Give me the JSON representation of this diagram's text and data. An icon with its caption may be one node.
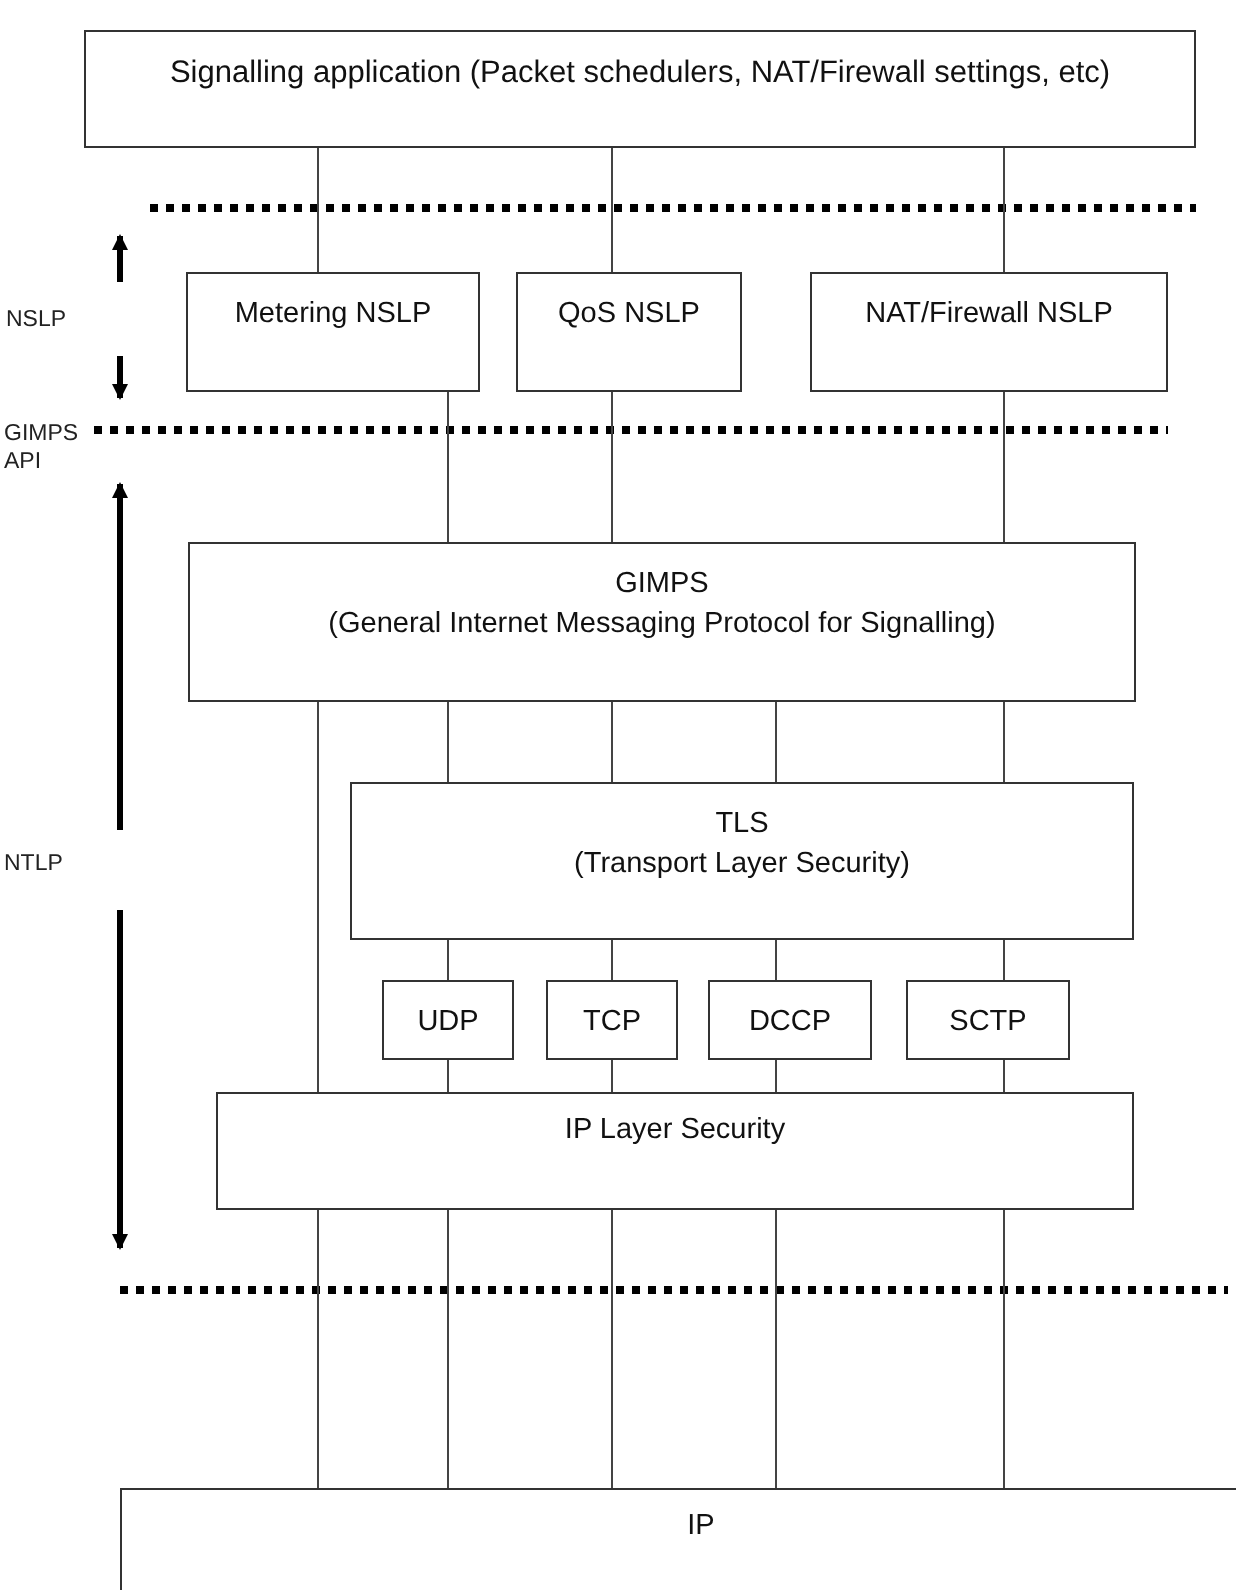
{
  "diagram": {
    "nodes": [
      {
        "text": [
          "Signalling application (Packet schedulers, NAT/Firewall settings, etc)"
        ]
      },
      {
        "text": [
          "Metering NSLP"
        ]
      },
      {
        "text": [
          "QoS NSLP"
        ]
      },
      {
        "text": [
          "NAT/Firewall NSLP"
        ]
      },
      {
        "text": [
          "GIMPS",
          "(General Internet Messaging Protocol for Signalling)"
        ]
      },
      {
        "text": [
          "TLS",
          "(Transport Layer Security)"
        ]
      },
      {
        "text": [
          "UDP"
        ]
      },
      {
        "text": [
          "TCP"
        ]
      },
      {
        "text": [
          "DCCP"
        ]
      },
      {
        "text": [
          "SCTP"
        ]
      },
      {
        "text": [
          "IP Layer Security"
        ]
      },
      {
        "text": [
          "IP"
        ]
      }
    ],
    "edges": [
      {
        "from": 0,
        "to": 1,
        "arrow": "none"
      },
      {
        "from": 0,
        "to": 2,
        "arrow": "none"
      },
      {
        "from": 0,
        "to": 3,
        "arrow": "none"
      },
      {
        "from": 1,
        "to": 4,
        "arrow": "none"
      },
      {
        "from": 2,
        "to": 4,
        "arrow": "none"
      },
      {
        "from": 3,
        "to": 4,
        "arrow": "none"
      },
      {
        "from": 4,
        "to": 10,
        "arrow": "none"
      },
      {
        "from": 4,
        "to": 5,
        "arrow": "none"
      },
      {
        "from": 4,
        "to": 5,
        "arrow": "none"
      },
      {
        "from": 4,
        "to": 5,
        "arrow": "none"
      },
      {
        "from": 4,
        "to": 5,
        "arrow": "none"
      },
      {
        "from": 5,
        "to": 6,
        "arrow": "none"
      },
      {
        "from": 5,
        "to": 7,
        "arrow": "none"
      },
      {
        "from": 5,
        "to": 8,
        "arrow": "none"
      },
      {
        "from": 5,
        "to": 9,
        "arrow": "none"
      },
      {
        "from": 6,
        "to": 10,
        "arrow": "none"
      },
      {
        "from": 7,
        "to": 10,
        "arrow": "none"
      },
      {
        "from": 8,
        "to": 10,
        "arrow": "none"
      },
      {
        "from": 9,
        "to": 10,
        "arrow": "none"
      },
      {
        "from": 10,
        "to": 11,
        "arrow": "none"
      },
      {
        "from": 10,
        "to": 11,
        "arrow": "none"
      },
      {
        "from": 10,
        "to": 11,
        "arrow": "none"
      },
      {
        "from": 10,
        "to": 11,
        "arrow": "none"
      },
      {
        "from": 10,
        "to": 11,
        "arrow": "none"
      }
    ],
    "labels": [
      "NSLP",
      "GIMPS API",
      "NTLP"
    ]
  }
}
